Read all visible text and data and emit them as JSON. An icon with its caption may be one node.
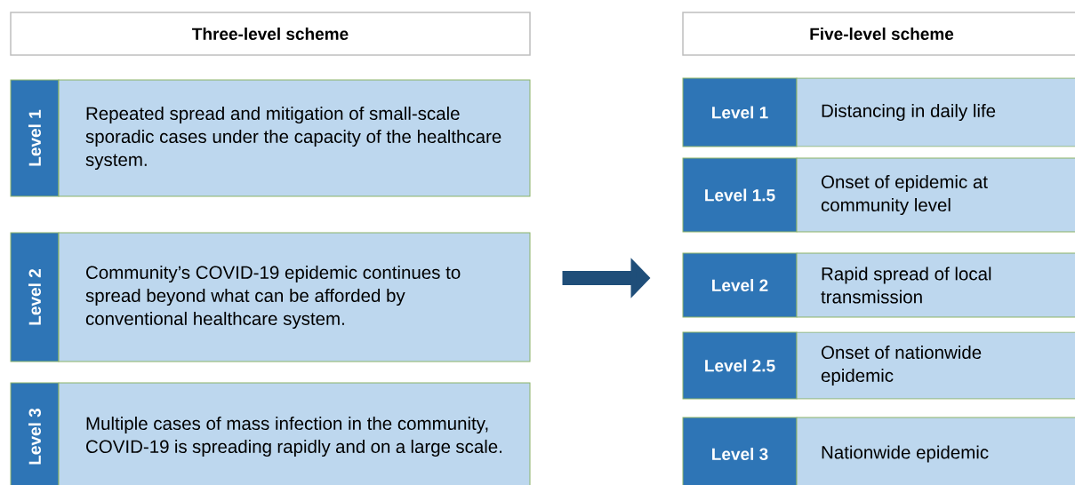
{
  "diagram": {
    "nodes": [
      {
        "text": [
          "Three-level scheme"
        ]
      },
      {
        "text": [
          "Level 1"
        ]
      },
      {
        "text": [
          "Repeated spread and mitigation of small-scale sporadic cases under the capacity of the healthcare system."
        ]
      },
      {
        "text": [
          "Level 2"
        ]
      },
      {
        "text": [
          "Community’s COVID-19 epidemic continues to spread beyond what can be afforded by conventional healthcare system."
        ]
      },
      {
        "text": [
          "Level 3"
        ]
      },
      {
        "text": [
          "Multiple cases of mass infection in the community, COVID-19 is spreading rapidly and on a large scale."
        ]
      },
      {
        "text": [
          "Five-level scheme"
        ]
      },
      {
        "text": [
          "Level 1"
        ]
      },
      {
        "text": [
          "Distancing in daily life"
        ]
      },
      {
        "text": [
          "Level 1.5"
        ]
      },
      {
        "text": [
          "Onset of epidemic at community level"
        ]
      },
      {
        "text": [
          "Level 2"
        ]
      },
      {
        "text": [
          "Rapid spread of local transmission"
        ]
      },
      {
        "text": [
          "Level 2.5"
        ]
      },
      {
        "text": [
          "Onset of nationwide epidemic"
        ]
      },
      {
        "text": [
          "Level 3"
        ]
      },
      {
        "text": [
          "Nationwide epidemic"
        ]
      }
    ],
    "edges": [
      {
        "from": 4,
        "to": 12,
        "arrow": "to"
      }
    ]
  }
}
